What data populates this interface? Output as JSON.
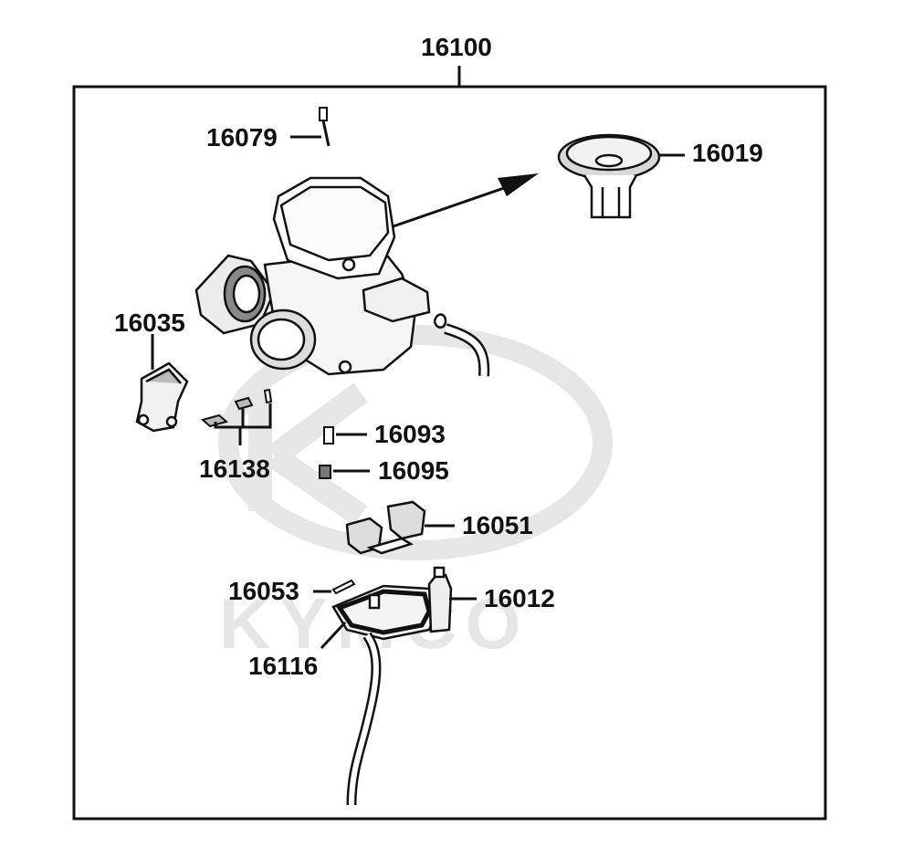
{
  "diagram": {
    "assembly_label": "16100",
    "watermark_text": "KYMCO",
    "parts": [
      {
        "id": "16079",
        "label": "16079"
      },
      {
        "id": "16019",
        "label": "16019"
      },
      {
        "id": "16035",
        "label": "16035"
      },
      {
        "id": "16138",
        "label": "16138"
      },
      {
        "id": "16093",
        "label": "16093"
      },
      {
        "id": "16095",
        "label": "16095"
      },
      {
        "id": "16051",
        "label": "16051"
      },
      {
        "id": "16053",
        "label": "16053"
      },
      {
        "id": "16012",
        "label": "16012"
      },
      {
        "id": "16116",
        "label": "16116"
      }
    ]
  },
  "colors": {
    "line": "#111111",
    "watermark": "#e6e6e6",
    "background": "#ffffff"
  }
}
